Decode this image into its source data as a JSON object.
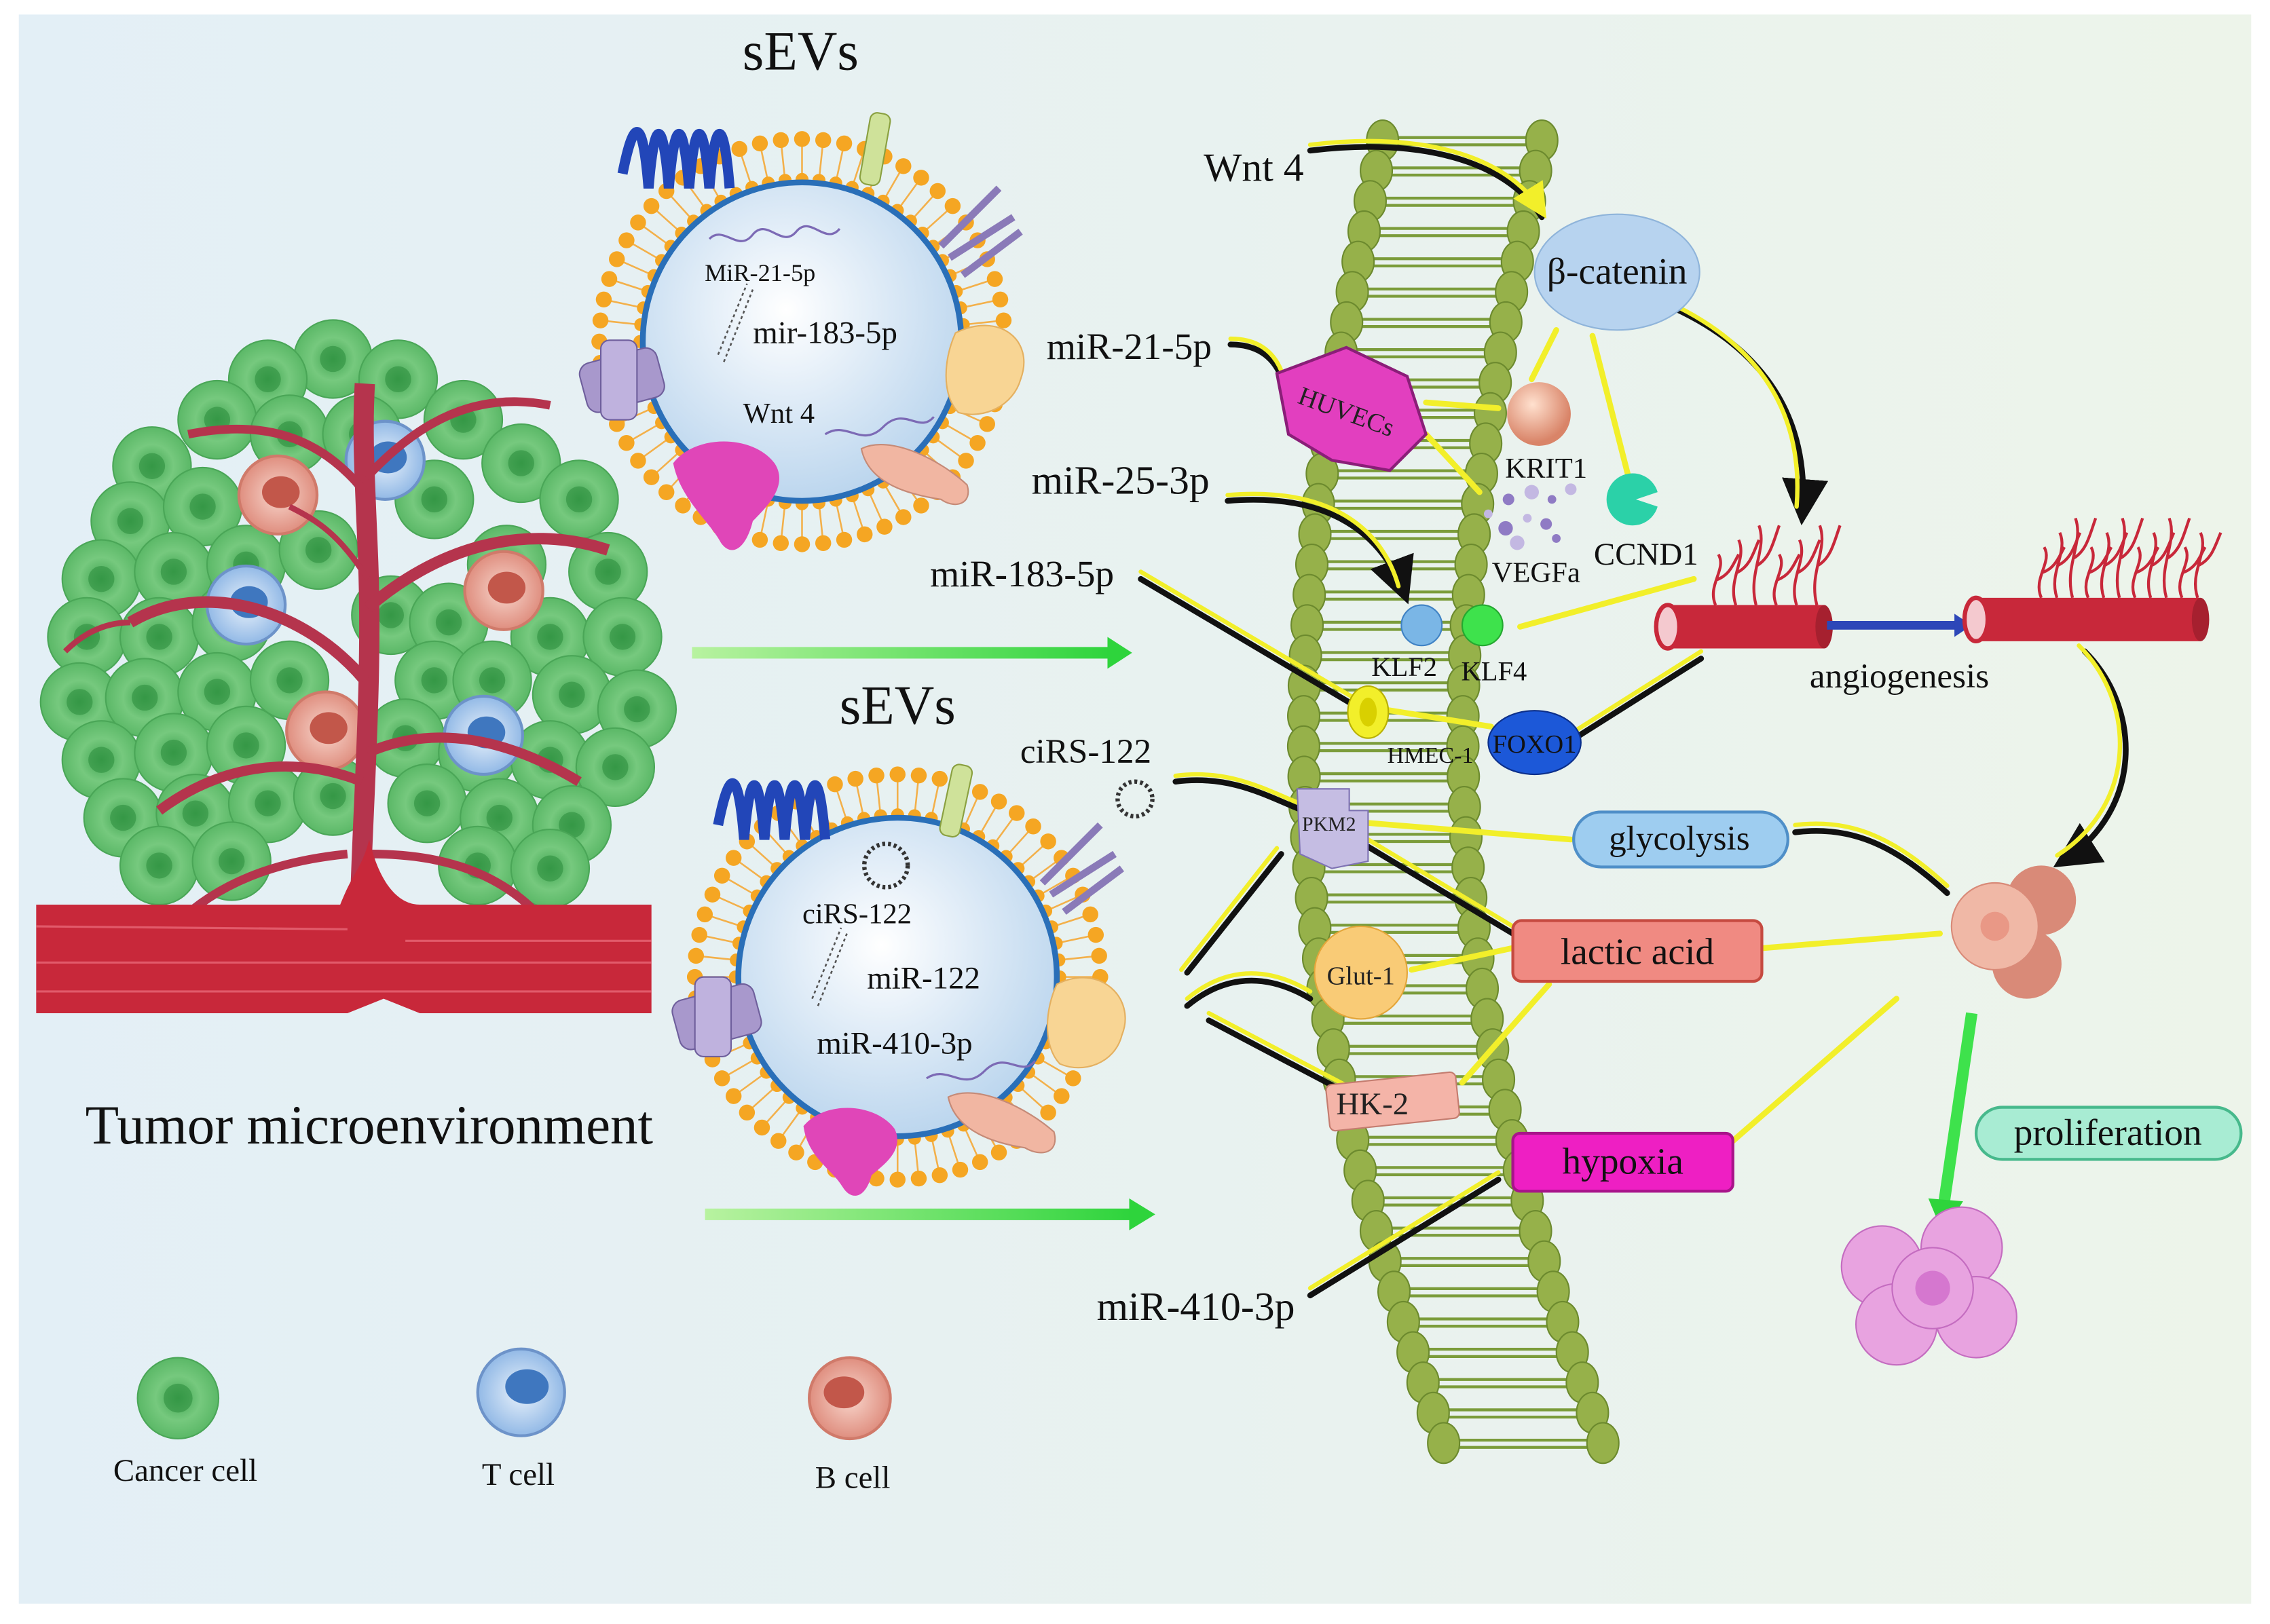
{
  "title_left": "Tumor microenvironment",
  "sevs_label": "sEVs",
  "vesicle_top": {
    "cargo": [
      "MiR-21-5p",
      "mir-183-5p",
      "Wnt 4"
    ]
  },
  "vesicle_bottom": {
    "cargo": [
      "ciRS-122",
      "miR-122",
      "miR-410-3p"
    ]
  },
  "legend": {
    "cancer": "Cancer cell",
    "tcell": "T cell",
    "bcell": "B cell"
  },
  "inputs": {
    "wnt4": "Wnt 4",
    "mir21": "miR-21-5p",
    "mir25": "miR-25-3p",
    "mir183": "miR-183-5p",
    "cirs122": "ciRS-122",
    "mir410": "miR-410-3p"
  },
  "nodes": {
    "bcatenin": "β-catenin",
    "huvecs": "HUVECs",
    "krit1": "KRIT1",
    "vegfa": "VEGFa",
    "ccnd1": "CCND1",
    "klf2": "KLF2",
    "klf4": "KLF4",
    "hmec1": "HMEC-1",
    "foxo1": "FOXO1",
    "pkm2": "PKM2",
    "glut1": "Glut-1",
    "hk2": "HK-2"
  },
  "outcomes": {
    "angiogenesis": "angiogenesis",
    "glycolysis": "glycolysis",
    "lactic_acid": "lactic acid",
    "hypoxia": "hypoxia",
    "proliferation": "proliferation"
  },
  "colors": {
    "cancer_green": "#5fbf6a",
    "tcell_blue": "#6b9fd8",
    "bcell_salmon": "#e58a7a",
    "vessel_red": "#c8283a",
    "membrane_green": "#7b9c3a",
    "arrow_yellow": "#f2ef2a",
    "lactic_fill": "#f08a82",
    "hypoxia_fill": "#ee1fc3",
    "glycolysis_fill": "#9ecdf0",
    "proliferation_fill": "#a8ecd3"
  }
}
